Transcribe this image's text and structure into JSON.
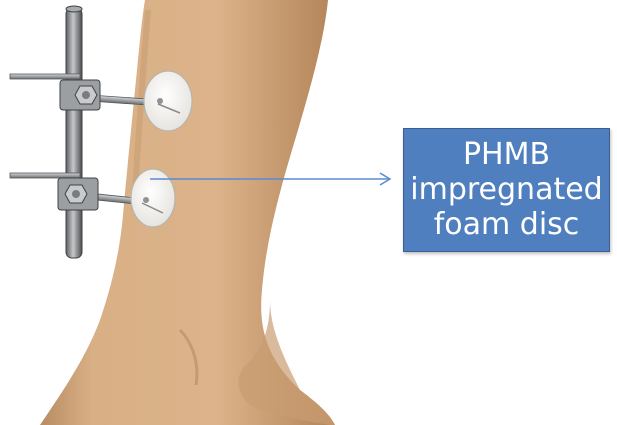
{
  "callout": {
    "lines": [
      "PHMB",
      "impregnated",
      "foam disc"
    ]
  },
  "colors": {
    "skin": "#d7ad7f",
    "skin_shadow": "#b9895d",
    "metal": "#8a8d90",
    "metal_dark": "#4c4f52",
    "disc": "#f7f7f5",
    "callout_fill": "#4f7fbe",
    "arrow": "#5b8ad0"
  }
}
